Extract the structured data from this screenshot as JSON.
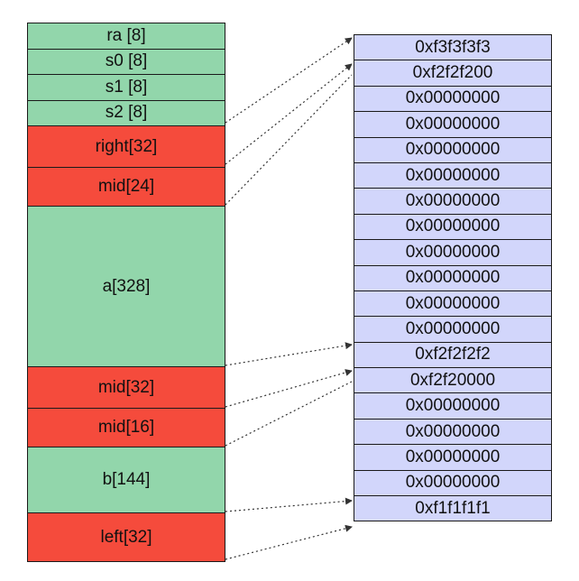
{
  "stack_frames": [
    {
      "label": "ra [8]",
      "kind": "var"
    },
    {
      "label": "s0 [8]",
      "kind": "var"
    },
    {
      "label": "s1 [8]",
      "kind": "var"
    },
    {
      "label": "s2 [8]",
      "kind": "var"
    },
    {
      "label": "right[32]",
      "kind": "redzone"
    },
    {
      "label": "mid[24]",
      "kind": "redzone"
    },
    {
      "label": "a[328]",
      "kind": "var"
    },
    {
      "label": "mid[32]",
      "kind": "redzone"
    },
    {
      "label": "mid[16]",
      "kind": "redzone"
    },
    {
      "label": "b[144]",
      "kind": "var"
    },
    {
      "label": "left[32]",
      "kind": "redzone"
    }
  ],
  "shadow_cells": [
    "0xf3f3f3f3",
    "0xf2f2f200",
    "0x00000000",
    "0x00000000",
    "0x00000000",
    "0x00000000",
    "0x00000000",
    "0x00000000",
    "0x00000000",
    "0x00000000",
    "0x00000000",
    "0x00000000",
    "0xf2f2f2f2",
    "0xf2f20000",
    "0x00000000",
    "0x00000000",
    "0x00000000",
    "0x00000000",
    "0xf1f1f1f1"
  ],
  "colors": {
    "variable": "#92d6ab",
    "redzone": "#f54b3c",
    "shadow": "#d2d6fb",
    "arrow": "#333333"
  }
}
